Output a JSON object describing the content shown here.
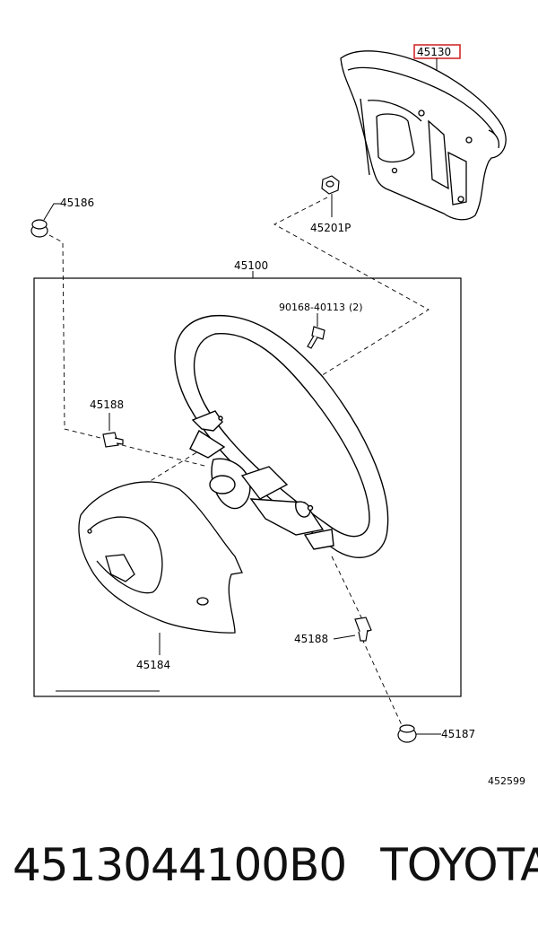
{
  "parts": {
    "airbag": "45130",
    "cap_upper": "45186",
    "nut": "45201P",
    "steering_wheel_assy": "45100",
    "bolt": "90168-40113",
    "bolt_qty": "(2)",
    "screw_left": "45188",
    "screw_lower": "45188",
    "lower_cover": "45184",
    "cap_lower": "45187"
  },
  "illustration_id": "452599",
  "caption": {
    "part_number": "4513044100B0",
    "brand": "TOYOTA"
  },
  "colors": {
    "highlight": "#d12b2b",
    "line": "#000000"
  }
}
